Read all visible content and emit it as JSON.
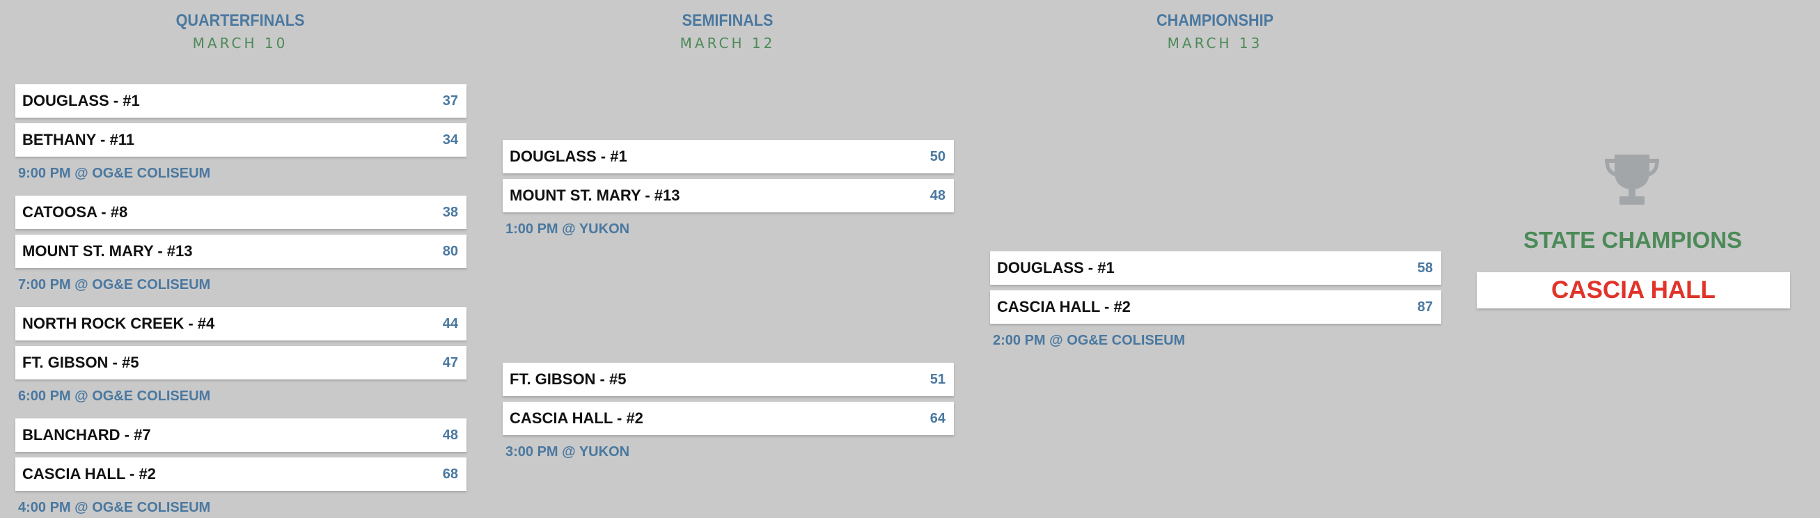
{
  "rounds": [
    {
      "title": "QUARTERFINALS",
      "date": "MARCH 10"
    },
    {
      "title": "SEMIFINALS",
      "date": "MARCH 12"
    },
    {
      "title": "CHAMPIONSHIP",
      "date": "MARCH 13"
    }
  ],
  "quarterfinals": [
    {
      "top": {
        "team": "DOUGLASS - #1",
        "score": "37"
      },
      "bottom": {
        "team": "BETHANY - #11",
        "score": "34"
      },
      "info": "9:00 PM @ OG&E COLISEUM"
    },
    {
      "top": {
        "team": "CATOOSA - #8",
        "score": "38"
      },
      "bottom": {
        "team": "MOUNT ST. MARY - #13",
        "score": "80"
      },
      "info": "7:00 PM @ OG&E COLISEUM"
    },
    {
      "top": {
        "team": "NORTH ROCK CREEK - #4",
        "score": "44"
      },
      "bottom": {
        "team": "FT. GIBSON - #5",
        "score": "47"
      },
      "info": "6:00 PM @ OG&E COLISEUM"
    },
    {
      "top": {
        "team": "BLANCHARD - #7",
        "score": "48"
      },
      "bottom": {
        "team": "CASCIA HALL - #2",
        "score": "68"
      },
      "info": "4:00 PM @ OG&E COLISEUM"
    }
  ],
  "semifinals": [
    {
      "top": {
        "team": "DOUGLASS - #1",
        "score": "50"
      },
      "bottom": {
        "team": "MOUNT ST. MARY - #13",
        "score": "48"
      },
      "info": "1:00 PM @ YUKON"
    },
    {
      "top": {
        "team": "FT. GIBSON - #5",
        "score": "51"
      },
      "bottom": {
        "team": "CASCIA HALL - #2",
        "score": "64"
      },
      "info": "3:00 PM @ YUKON"
    }
  ],
  "championship": [
    {
      "top": {
        "team": "DOUGLASS - #1",
        "score": "58"
      },
      "bottom": {
        "team": "CASCIA HALL - #2",
        "score": "87"
      },
      "info": "2:00 PM @ OG&E COLISEUM"
    }
  ],
  "champion": {
    "label": "STATE CHAMPIONS",
    "team": "CASCIA HALL",
    "icon": "trophy-icon"
  },
  "colors": {
    "background": "#c9c9c9",
    "title_blue": "#4a78a0",
    "date_green": "#4c8a58",
    "champion_red": "#e0342a",
    "trophy_gray": "#a3a6a8"
  }
}
